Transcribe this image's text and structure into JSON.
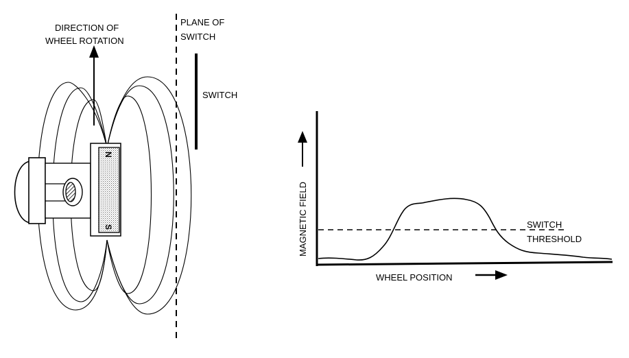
{
  "left_diagram": {
    "rotation_label_line1": "DIRECTION OF",
    "rotation_label_line2": "WHEEL ROTATION",
    "plane_label_line1": "PLANE OF",
    "plane_label_line2": "SWITCH",
    "switch_label": "SWITCH",
    "magnet_north": "N",
    "magnet_south": "S"
  },
  "right_diagram": {
    "y_axis_label": "MAGNETIC FIELD",
    "x_axis_label": "WHEEL POSITION",
    "threshold_label_line1": "SWITCH",
    "threshold_label_line2": "THRESHOLD"
  }
}
